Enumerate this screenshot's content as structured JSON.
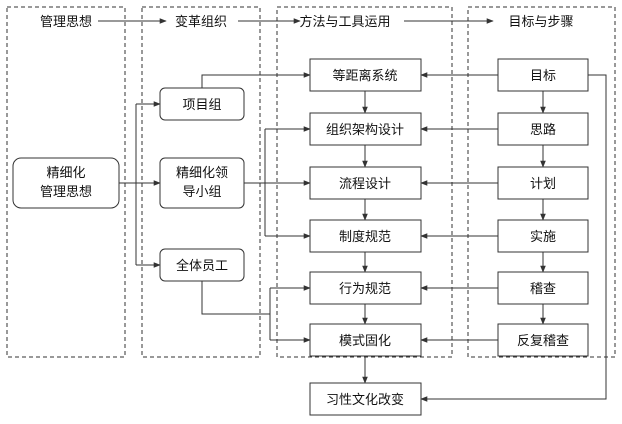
{
  "columns": {
    "c1": "管理思想",
    "c2": "变革组织",
    "c3": "方法与工具运用",
    "c4": "目标与步骤"
  },
  "thought": {
    "line1": "精细化",
    "line2": "管理思想"
  },
  "org": {
    "project_group": "项目组",
    "leader_group_line1": "精细化领",
    "leader_group_line2": "导小组",
    "all_staff": "全体员工"
  },
  "methods": [
    "等距离系统",
    "组织架构设计",
    "流程设计",
    "制度规范",
    "行为规范",
    "模式固化"
  ],
  "steps": [
    "目标",
    "思路",
    "计划",
    "实施",
    "稽查",
    "反复稽查"
  ],
  "result": "习性文化改变",
  "colors": {
    "line": "#333333",
    "text": "#111111",
    "background": "#ffffff"
  }
}
